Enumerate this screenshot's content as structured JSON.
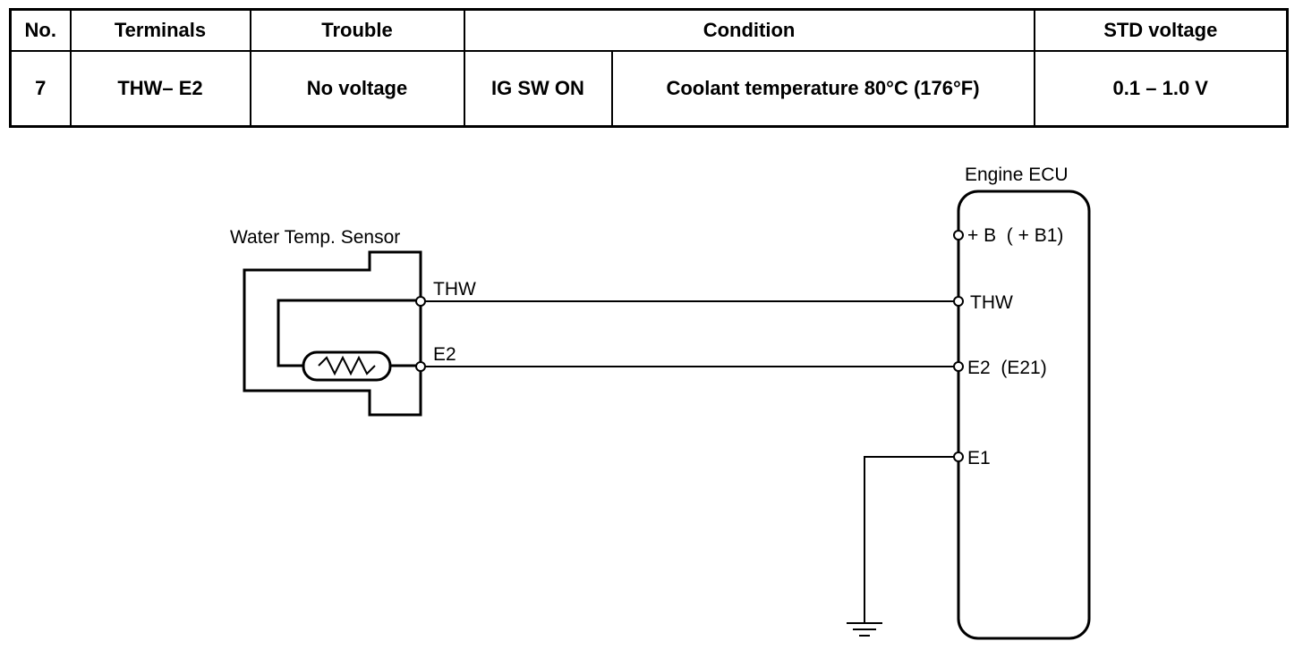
{
  "table": {
    "headers": {
      "no": "No.",
      "terminals": "Terminals",
      "trouble": "Trouble",
      "condition": "Condition",
      "std_voltage": "STD voltage"
    },
    "row": {
      "no": "7",
      "terminals": "THW– E2",
      "trouble": "No voltage",
      "condition_switch": "IG SW ON",
      "condition_detail": "Coolant temperature 80°C (176°F)",
      "std_voltage": "0.1 – 1.0 V"
    }
  },
  "diagram": {
    "sensor_label": "Water Temp. Sensor",
    "sensor_terminal_thw": "THW",
    "sensor_terminal_e2": "E2",
    "ecu_label": "Engine ECU",
    "ecu_terminal_b": "+ B  ( + B1)",
    "ecu_terminal_thw": "THW",
    "ecu_terminal_e2": "E2  (E21)",
    "ecu_terminal_e1": "E1"
  }
}
